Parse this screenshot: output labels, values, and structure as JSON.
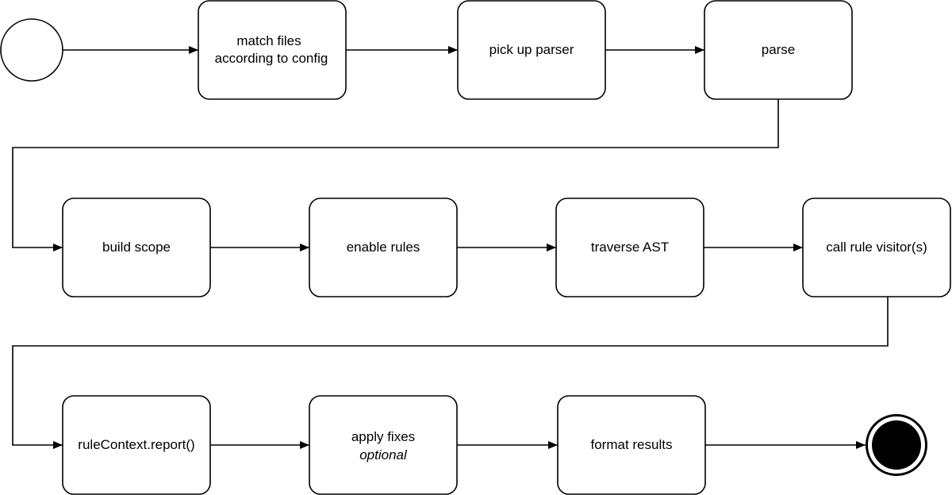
{
  "nodes": {
    "match_files": {
      "line1": "match files",
      "line2": "according to config"
    },
    "pick_parser": {
      "label": "pick up parser"
    },
    "parse": {
      "label": "parse"
    },
    "build_scope": {
      "label": "build scope"
    },
    "enable_rules": {
      "label": "enable rules"
    },
    "traverse_ast": {
      "label": "traverse AST"
    },
    "call_visitors": {
      "label": "call rule visitor(s)"
    },
    "report": {
      "label": "ruleContext.report()"
    },
    "apply_fixes": {
      "label": "apply fixes",
      "sublabel": "optional"
    },
    "format_results": {
      "label": "format results"
    }
  },
  "colors": {
    "stroke": "#000000",
    "fill": "#ffffff",
    "final_node": "#000000"
  }
}
